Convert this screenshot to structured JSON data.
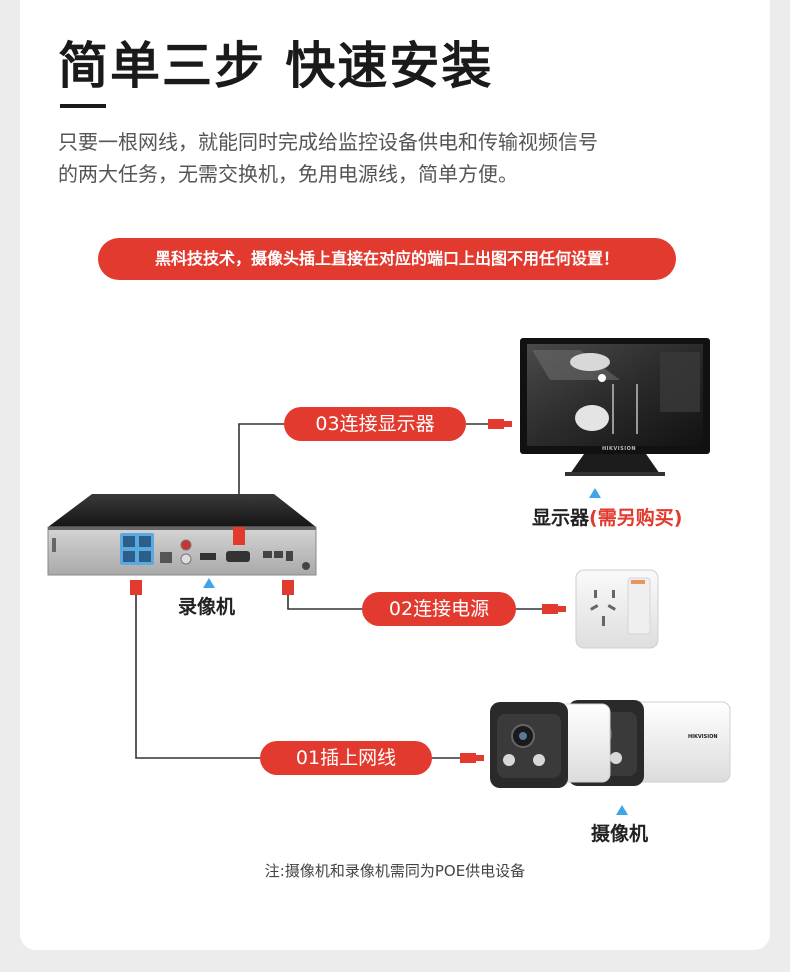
{
  "title": "简单三步 快速安装",
  "description_lines": [
    "只要一根网线，就能同时完成给监控设备供电和传输视频信号",
    "的两大任务，无需交换机，免用电源线，简单方便。"
  ],
  "banner": "黑科技技术，摄像头插上直接在对应的端口上出图不用任何设置！",
  "steps": {
    "monitor": "03连接显示器",
    "power": "02连接电源",
    "network": "01插上网线"
  },
  "captions": {
    "monitor": "显示器",
    "monitor_note": "(需另购买)",
    "nvr": "录像机",
    "camera": "摄像机"
  },
  "brand": "HIKVISION",
  "note": "注:摄像机和录像机需同为POE供电设备",
  "colors": {
    "accent": "#e23a2f",
    "pointer": "#3ea6e6",
    "line": "#333333"
  }
}
